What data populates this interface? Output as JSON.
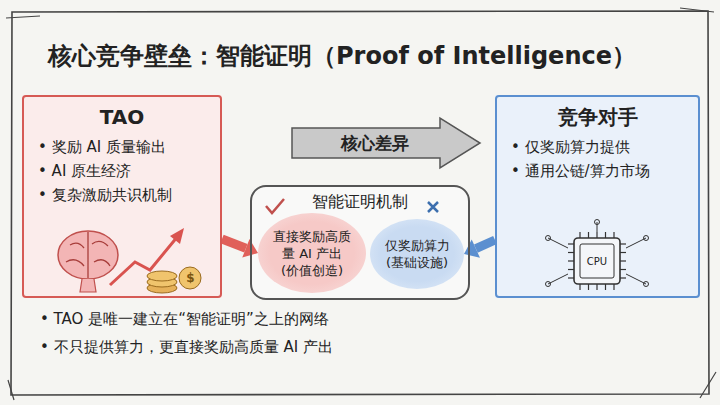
{
  "diagram": {
    "title": "核心竞争壁垒：智能证明（Proof of Intelligence）",
    "nodes": [
      {
        "text": [
          "TAO",
          "• 奖励 AI 质量输出",
          "• AI 原生经济",
          "• 复杂激励共识机制"
        ]
      },
      {
        "text": [
          "核心差异"
        ]
      },
      {
        "text": [
          "竞争对手",
          "• 仅奖励算力提供",
          "• 通用公链/算力市场"
        ]
      },
      {
        "text": [
          "智能证明机制"
        ]
      },
      {
        "text": [
          "直接奖励高质量 AI 产出",
          "(价值创造)"
        ],
        "in": 3
      },
      {
        "text": [
          "仅奖励算力",
          "(基础设施)"
        ],
        "in": 3
      }
    ],
    "edges": [
      {
        "from": 0,
        "to": 4,
        "arrow": "to"
      },
      {
        "from": 2,
        "to": 5,
        "arrow": "to"
      }
    ],
    "labels": [
      "• TAO 是唯一建立在“智能证明”之上的网络",
      "• 不只提供算力，更直接奖励高质量 AI 产出",
      "CPU",
      "$"
    ]
  }
}
